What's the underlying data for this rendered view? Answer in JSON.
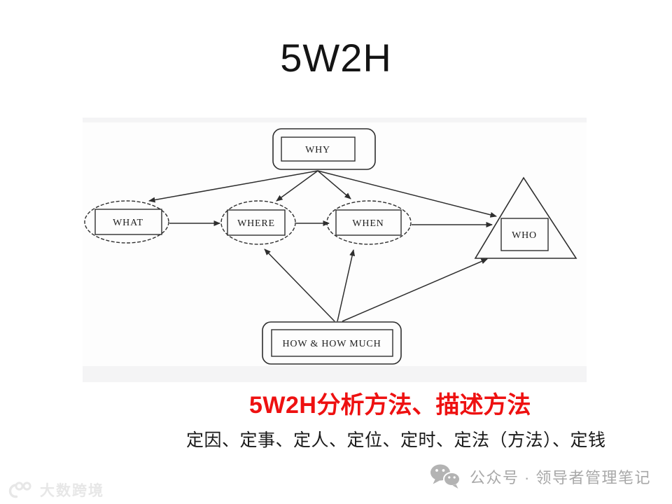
{
  "slide": {
    "title": "5W2H"
  },
  "diagram": {
    "nodes": {
      "why": {
        "label": "WHY",
        "shape": "rounded-rectangle"
      },
      "what": {
        "label": "WHAT",
        "shape": "ellipse"
      },
      "where": {
        "label": "WHERE",
        "shape": "ellipse"
      },
      "when": {
        "label": "WHEN",
        "shape": "ellipse"
      },
      "who": {
        "label": "WHO",
        "shape": "triangle"
      },
      "how": {
        "label": "HOW & HOW MUCH",
        "shape": "rounded-rectangle"
      }
    },
    "edges": [
      {
        "from": "WHY",
        "to": "WHAT"
      },
      {
        "from": "WHY",
        "to": "WHERE"
      },
      {
        "from": "WHY",
        "to": "WHEN"
      },
      {
        "from": "WHY",
        "to": "WHO"
      },
      {
        "from": "WHAT",
        "to": "WHERE"
      },
      {
        "from": "WHERE",
        "to": "WHEN"
      },
      {
        "from": "WHEN",
        "to": "WHO"
      },
      {
        "from": "HOW & HOW MUCH",
        "to": "WHERE"
      },
      {
        "from": "HOW & HOW MUCH",
        "to": "WHEN"
      },
      {
        "from": "HOW & HOW MUCH",
        "to": "WHO"
      }
    ]
  },
  "red_heading": {
    "prefix": "5W2H",
    "rest": "分析方法、描述方法",
    "full_text": "5W2H分析方法、描述方法"
  },
  "description": "定因、定事、定人、定位、定时、定法（方法）、定钱",
  "footer": {
    "left_watermark": "大数跨境",
    "right_watermark": "公众号 · 领导者管理笔记"
  },
  "colors": {
    "accent_red": "#ee1111",
    "diagram_line": "#2e2e2e",
    "footer_gray": "#a8a8a8",
    "watermark_gray": "#e7e7e7",
    "diagram_background": "#fdfdfd"
  }
}
